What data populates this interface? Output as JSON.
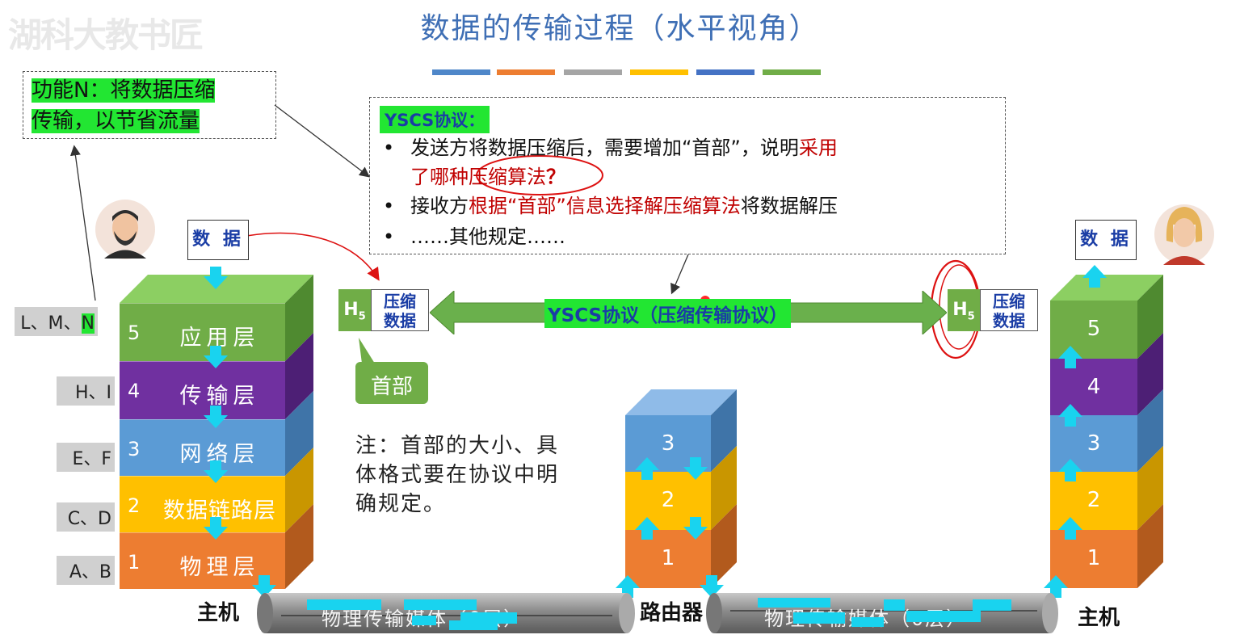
{
  "title": "数据的传输过程（水平视角）",
  "watermark": "湖科大教书匠",
  "color_bars": [
    "#4f87c9",
    "#ed7d31",
    "#a5a5a5",
    "#ffc000",
    "#4472c4",
    "#70ad47"
  ],
  "function_box": {
    "line1": "功能N：将数据压缩",
    "line2": "传输，以节省流量"
  },
  "protocol_box": {
    "heading": "YSCS协议：",
    "bullet1_a": "发送方将数据压缩后，需要增加“首部”，说明",
    "bullet1_b": "采用",
    "bullet1_c": "了哪种压缩算法",
    "bullet1_q": "？",
    "bullet2_a": "接收方",
    "bullet2_b": "根据“首部”信息选择解压缩算法",
    "bullet2_c": "将数据解压",
    "bullet3": "……其他规定……"
  },
  "left_host": {
    "data_label": "数 据",
    "layers": [
      {
        "num": "5",
        "name": "应用层",
        "color": "#70ad47"
      },
      {
        "num": "4",
        "name": "传输层",
        "color": "#7030a0"
      },
      {
        "num": "3",
        "name": "网络层",
        "color": "#5b9bd5"
      },
      {
        "num": "2",
        "name": "数据链路层",
        "color": "#ffc000"
      },
      {
        "num": "1",
        "name": "物理层",
        "color": "#ed7d31"
      }
    ],
    "label": "主机"
  },
  "side_labels": [
    "L、M、",
    "N",
    "H、I",
    "E、F",
    "C、D",
    "A、B"
  ],
  "packet_left": {
    "header": "H",
    "sub": "5",
    "data1": "压缩",
    "data2": "数据"
  },
  "packet_right": {
    "header": "H",
    "sub": "5",
    "data1": "压缩",
    "data2": "数据"
  },
  "header_callout": "首部",
  "protocol_arrow_label": "YSCS协议（压缩传输协议）",
  "note": {
    "line1": "注：首部的大小、具",
    "line2": "体格式要在协议中明",
    "line3": "确规定。"
  },
  "router": {
    "layers": [
      {
        "num": "3",
        "color": "#5b9bd5"
      },
      {
        "num": "2",
        "color": "#ffc000"
      },
      {
        "num": "1",
        "color": "#ed7d31"
      }
    ],
    "label": "路由器"
  },
  "right_host": {
    "data_label": "数 据",
    "layers": [
      {
        "num": "5",
        "color": "#70ad47"
      },
      {
        "num": "4",
        "color": "#7030a0"
      },
      {
        "num": "3",
        "color": "#5b9bd5"
      },
      {
        "num": "2",
        "color": "#ffc000"
      },
      {
        "num": "1",
        "color": "#ed7d31"
      }
    ],
    "label": "主机"
  },
  "medium_left": "物理传输媒体（0层）",
  "medium_right": "物理传输媒体（0层）"
}
